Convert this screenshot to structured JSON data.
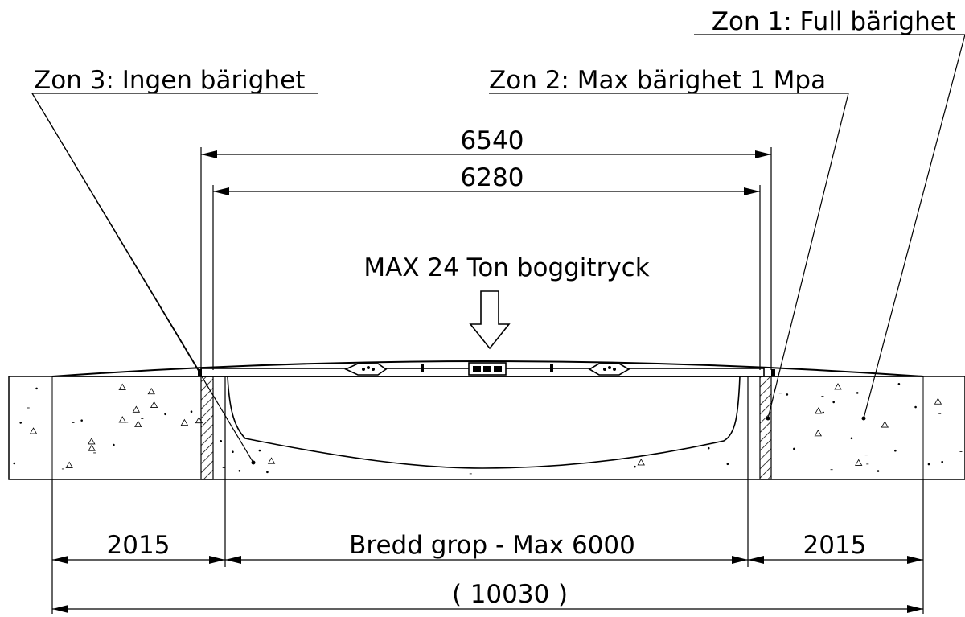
{
  "zones": {
    "zone1": "Zon 1: Full bärighet",
    "zone2": "Zon 2: Max bärighet 1 Mpa",
    "zone3": "Zon 3: Ingen bärighet"
  },
  "load": {
    "label": "MAX 24 Ton boggitryck"
  },
  "dimensions": {
    "outer_width": "6540",
    "inner_width": "6280",
    "left_span": "2015",
    "pit_width": "Bredd grop - Max 6000",
    "right_span": "2015",
    "total_open": "(",
    "total": "10030",
    "total_close": ")"
  },
  "colors": {
    "line": "#000000",
    "background": "#ffffff",
    "hatch": "#000000"
  }
}
